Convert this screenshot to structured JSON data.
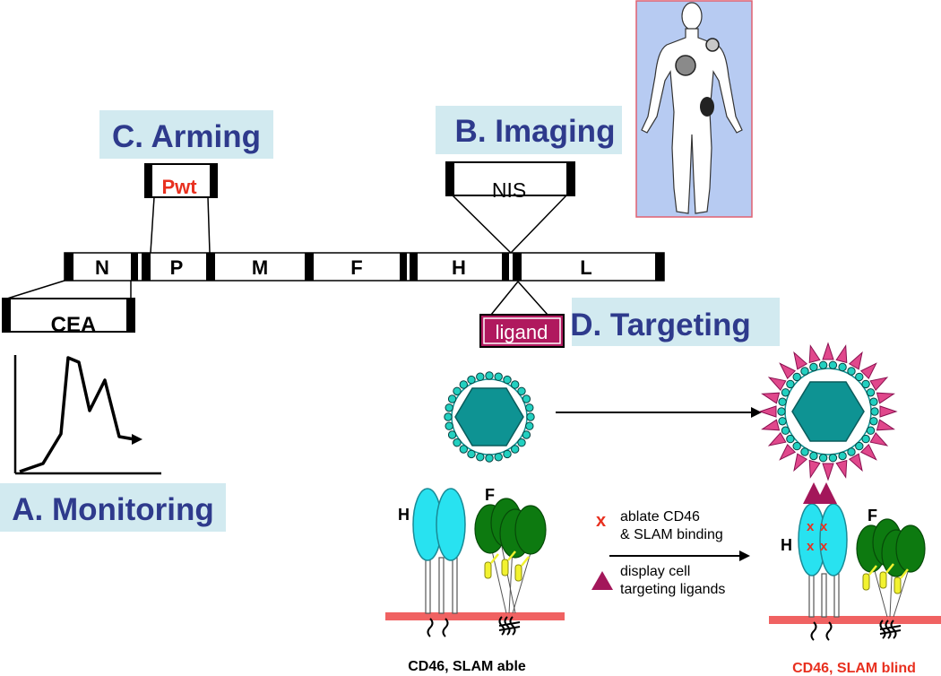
{
  "sections": {
    "arming": "C. Arming",
    "imaging": "B. Imaging",
    "targeting": "D. Targeting",
    "monitoring": "A. Monitoring"
  },
  "genome": {
    "genes": [
      "N",
      "P",
      "M",
      "F",
      "H",
      "L"
    ],
    "inserts": {
      "arming": "Pwt",
      "imaging": "NIS",
      "monitoring": "CEA",
      "targeting": "ligand"
    }
  },
  "proteins": {
    "h_label": "H",
    "f_label": "F",
    "h_label_2": "H",
    "f_label_2": "F",
    "x_mark": "x"
  },
  "legend": {
    "ablate_line1": "ablate CD46",
    "ablate_line2": "& SLAM binding",
    "display_line1": "display cell",
    "display_line2": "targeting ligands"
  },
  "captions": {
    "able": "CD46, SLAM able",
    "blind": "CD46, SLAM blind"
  },
  "colors": {
    "section_bg": "#d2eaf0",
    "section_text": "#2e3a8c",
    "pwt_red": "#e8301f",
    "ligand_magenta": "#b0195e",
    "teal": "#0e9393",
    "membrane": "#f06262",
    "cyan_h": "#28e2f0",
    "green_f": "#0d7a10",
    "yellow": "#f2f230",
    "body_panel": "#b7cbf2"
  }
}
